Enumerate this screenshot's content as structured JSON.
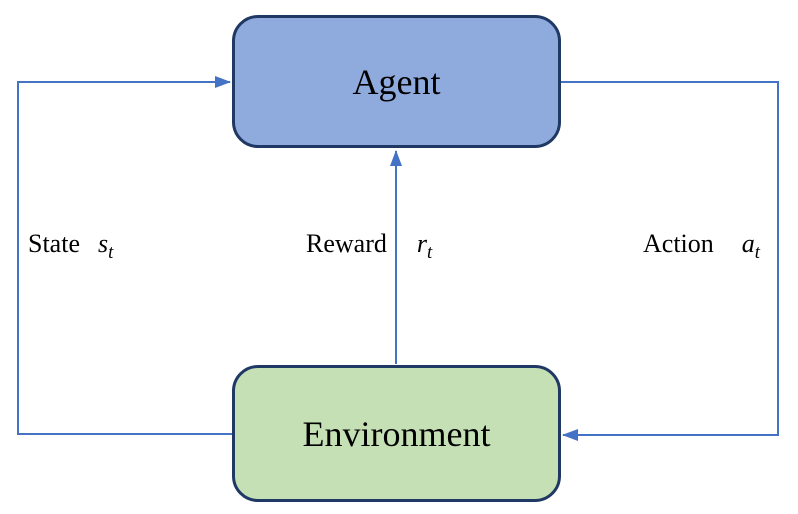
{
  "diagram": {
    "type": "reinforcement-learning-loop",
    "nodes": {
      "agent": {
        "label": "Agent",
        "fill": "#8FAADC",
        "border": "#1F3864"
      },
      "environment": {
        "label": "Environment",
        "fill": "#C5E0B4",
        "border": "#1F3864"
      }
    },
    "edges": {
      "state": {
        "label": "State",
        "symbol": "s",
        "subscript": "t",
        "from": "environment",
        "to": "agent"
      },
      "reward": {
        "label": "Reward",
        "symbol": "r",
        "subscript": "t",
        "from": "environment",
        "to": "agent"
      },
      "action": {
        "label": "Action",
        "symbol": "a",
        "subscript": "t",
        "from": "agent",
        "to": "environment"
      }
    },
    "colors": {
      "arrow": "#4472C4",
      "background": "#FFFFFF",
      "text": "#000000"
    }
  }
}
